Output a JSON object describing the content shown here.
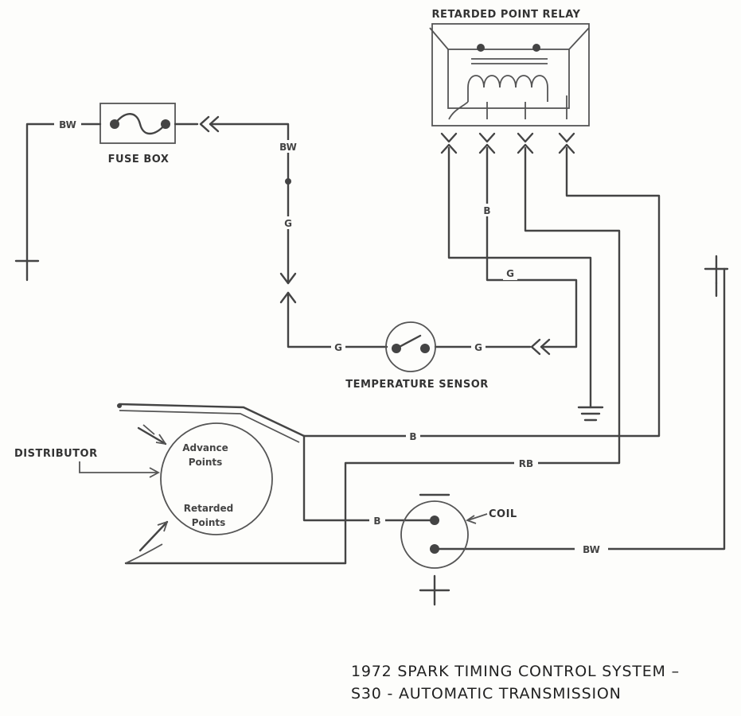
{
  "components": {
    "relay": "RETARDED POINT RELAY",
    "fuse_box": "FUSE BOX",
    "temperature_sensor": "TEMPERATURE SENSOR",
    "distributor": "DISTRIBUTOR",
    "advance_points": [
      "Advance",
      "Points"
    ],
    "retarded_points": [
      "Retarded",
      "Points"
    ],
    "coil": "COIL"
  },
  "wires": {
    "bw_left": "BW",
    "bw_vertical": "BW",
    "g_vertical": "G",
    "b_relay": "B",
    "g_relay": "G",
    "g_sensor_left": "G",
    "g_sensor_right": "G",
    "b_distributor": "B",
    "rb_distributor": "RB",
    "b_coil": "B",
    "bw_coil": "BW"
  },
  "caption": {
    "line1": "1972 SPARK TIMING CONTROL SYSTEM –",
    "line2": "S30 - AUTOMATIC TRANSMISSION"
  }
}
